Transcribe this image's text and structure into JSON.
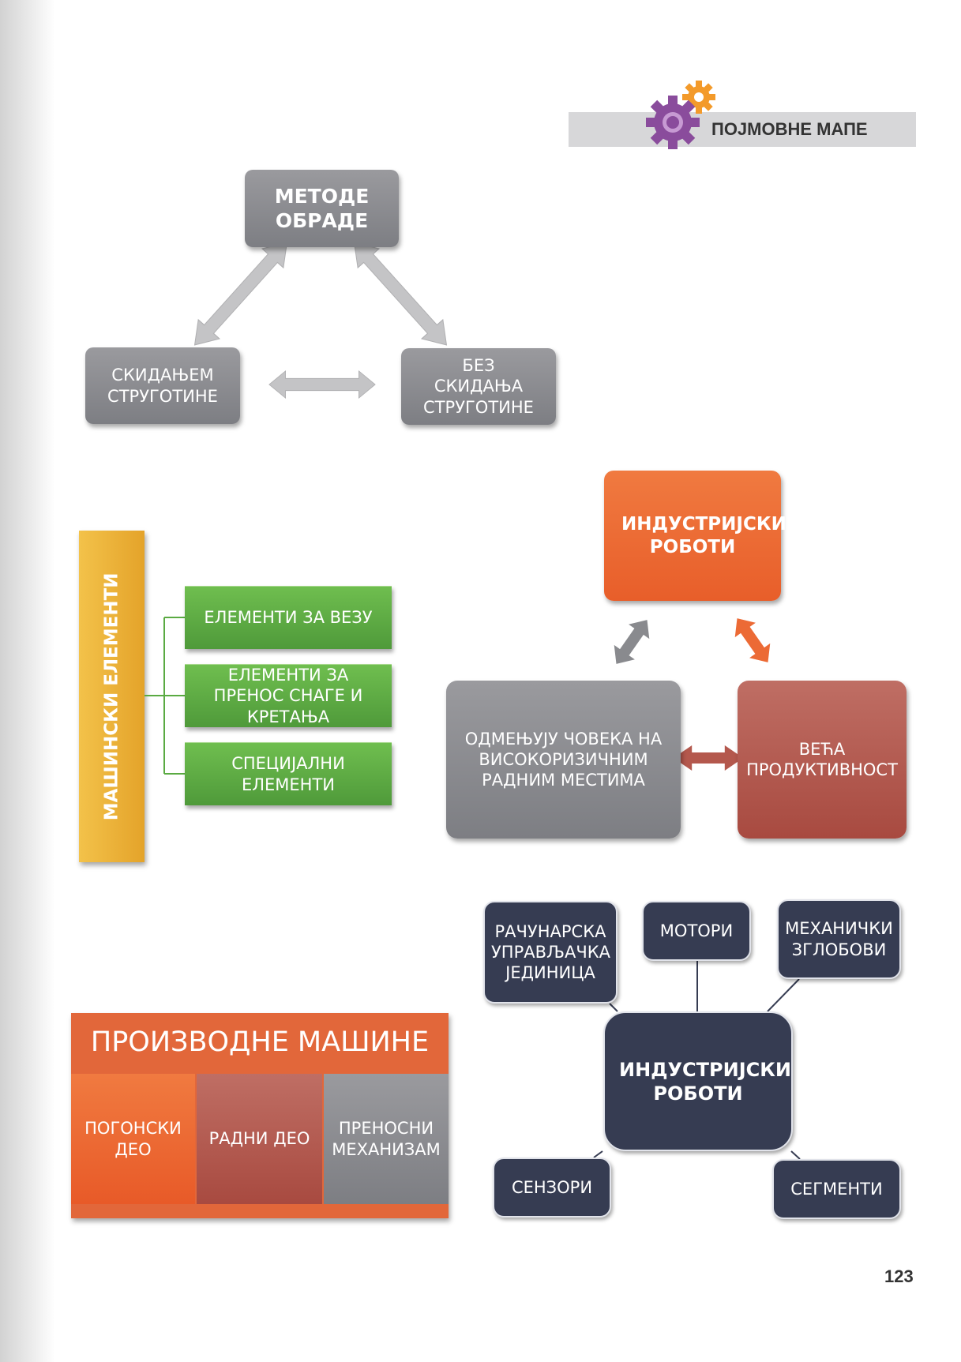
{
  "header": {
    "section_title": "ПОЈМОВНЕ МАПЕ",
    "icon": "gears-icon"
  },
  "map_methods": {
    "top": "МЕТОДЕ ОБРАДЕ",
    "left": "СКИДАЊЕМ СТРУГОТИНЕ",
    "right": "БЕЗ СКИДАЊА СТРУГОТИНЕ"
  },
  "map_machine_elements": {
    "title": "МАШИНСКИ ЕЛЕМЕНТИ",
    "items": [
      "ЕЛЕМЕНТИ ЗА ВЕЗУ",
      "ЕЛЕМЕНТИ ЗА ПРЕНОС СНАГЕ И КРЕТАЊА",
      "СПЕЦИЈАЛНИ ЕЛЕМЕНТИ"
    ]
  },
  "map_robots_cycle": {
    "top": "ИНДУСТРИЈСКИ РОБОТИ",
    "left": "ОДМЕЊУЈУ ЧОВЕКА НА ВИСОКОРИЗИЧНИМ РАДНИМ МЕСТИМА",
    "right": "ВЕЋА ПРОДУКТИВНОСТ"
  },
  "map_production_machines": {
    "title": "ПРОИЗВОДНЕ МАШИНЕ",
    "parts": [
      "ПОГОНСКИ ДЕО",
      "РАДНИ ДЕО",
      "ПРЕНОСНИ МЕХАНИЗАМ"
    ]
  },
  "map_robots_parts": {
    "center": "ИНДУСТРИЈСКИ РОБОТИ",
    "nodes": [
      "РАЧУНАРСКА УПРАВЉАЧКА ЈЕДИНИЦА",
      "МОТОРИ",
      "МЕХАНИЧКИ ЗГЛОБОВИ",
      "СЕНЗОРИ",
      "СЕГМЕНТИ"
    ]
  },
  "page_number": "123",
  "colors": {
    "gray_box": "#86878c",
    "gray_arrow": "#c4c4c6",
    "green": "#5aaa42",
    "yellow": "#f0b43a",
    "orange": "#ec6a35",
    "brick": "#b4584d",
    "navy": "#363c52",
    "purple": "#8a4c9c",
    "gear_orange": "#f39a2a"
  }
}
